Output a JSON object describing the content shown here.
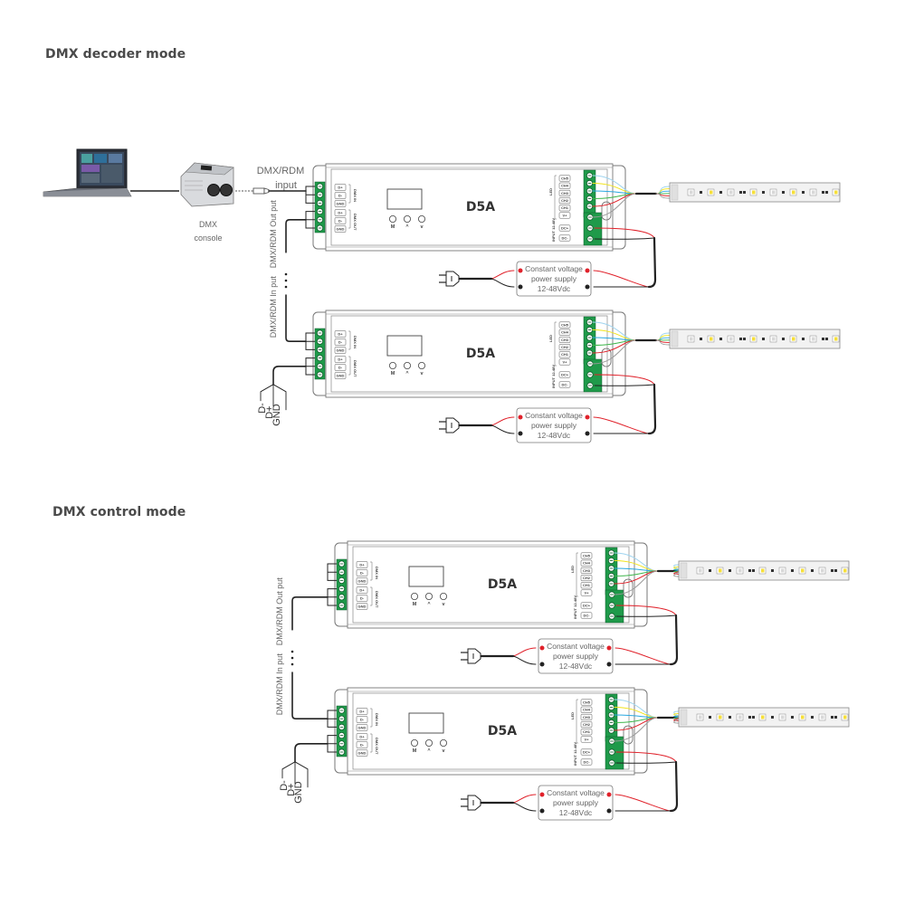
{
  "sections": [
    {
      "title": "DMX decoder mode",
      "console_label_line1": "DMX",
      "console_label_line2": "console",
      "input_label_line1": "DMX/RDM",
      "input_label_line2": "input",
      "chain_out_label": "DMX/RDM Out put",
      "chain_in_label": "DMX/RDM In put",
      "chain_ellipsis": "•••",
      "terminal_labels": [
        "D-",
        "D+",
        "GND"
      ],
      "devices": [
        {
          "model": "D5A",
          "psu": {
            "line1": "Constant voltage",
            "line2": "power supply",
            "line3": "12-48Vdc"
          }
        },
        {
          "model": "D5A",
          "psu": {
            "line1": "Constant voltage",
            "line2": "power supply",
            "line3": "12-48Vdc"
          }
        }
      ]
    },
    {
      "title": "DMX control mode",
      "chain_out_label": "DMX/RDM Out put",
      "chain_in_label": "DMX/RDM In put",
      "chain_ellipsis": "•••",
      "terminal_labels": [
        "D-",
        "D+",
        "GND"
      ],
      "devices": [
        {
          "model": "D5A",
          "psu": {
            "line1": "Constant voltage",
            "line2": "power supply",
            "line3": "12-48Vdc"
          }
        },
        {
          "model": "D5A",
          "psu": {
            "line1": "Constant voltage",
            "line2": "power supply",
            "line3": "12-48Vdc"
          }
        }
      ]
    }
  ],
  "device_panel": {
    "dmx_in_pins": [
      "D+",
      "D-",
      "GND"
    ],
    "dmx_out_pins": [
      "D+",
      "D-",
      "GND"
    ],
    "dmx_in_label": "DMX IN",
    "dmx_out_label": "DMX OUT",
    "led_pins": [
      "CH5",
      "CH4",
      "CH3",
      "CH2",
      "CH1",
      "V+"
    ],
    "led_label": "LED",
    "power_pins": [
      "DC+",
      "DC-"
    ],
    "power_label": "INPUT 12-48V",
    "buttons": [
      "M",
      "^",
      "v"
    ]
  },
  "colors": {
    "terminal_green": "#1f9a4a",
    "wire_red": "#e0212a",
    "wire_black": "#222222",
    "wire_blue": "#2aa8e0",
    "wire_lightblue": "#9fd4ef",
    "wire_yellow": "#f1e31a",
    "wire_green": "#3cb54a",
    "wire_gray": "#9a9a9a",
    "title_gray": "#4a4a4a"
  }
}
